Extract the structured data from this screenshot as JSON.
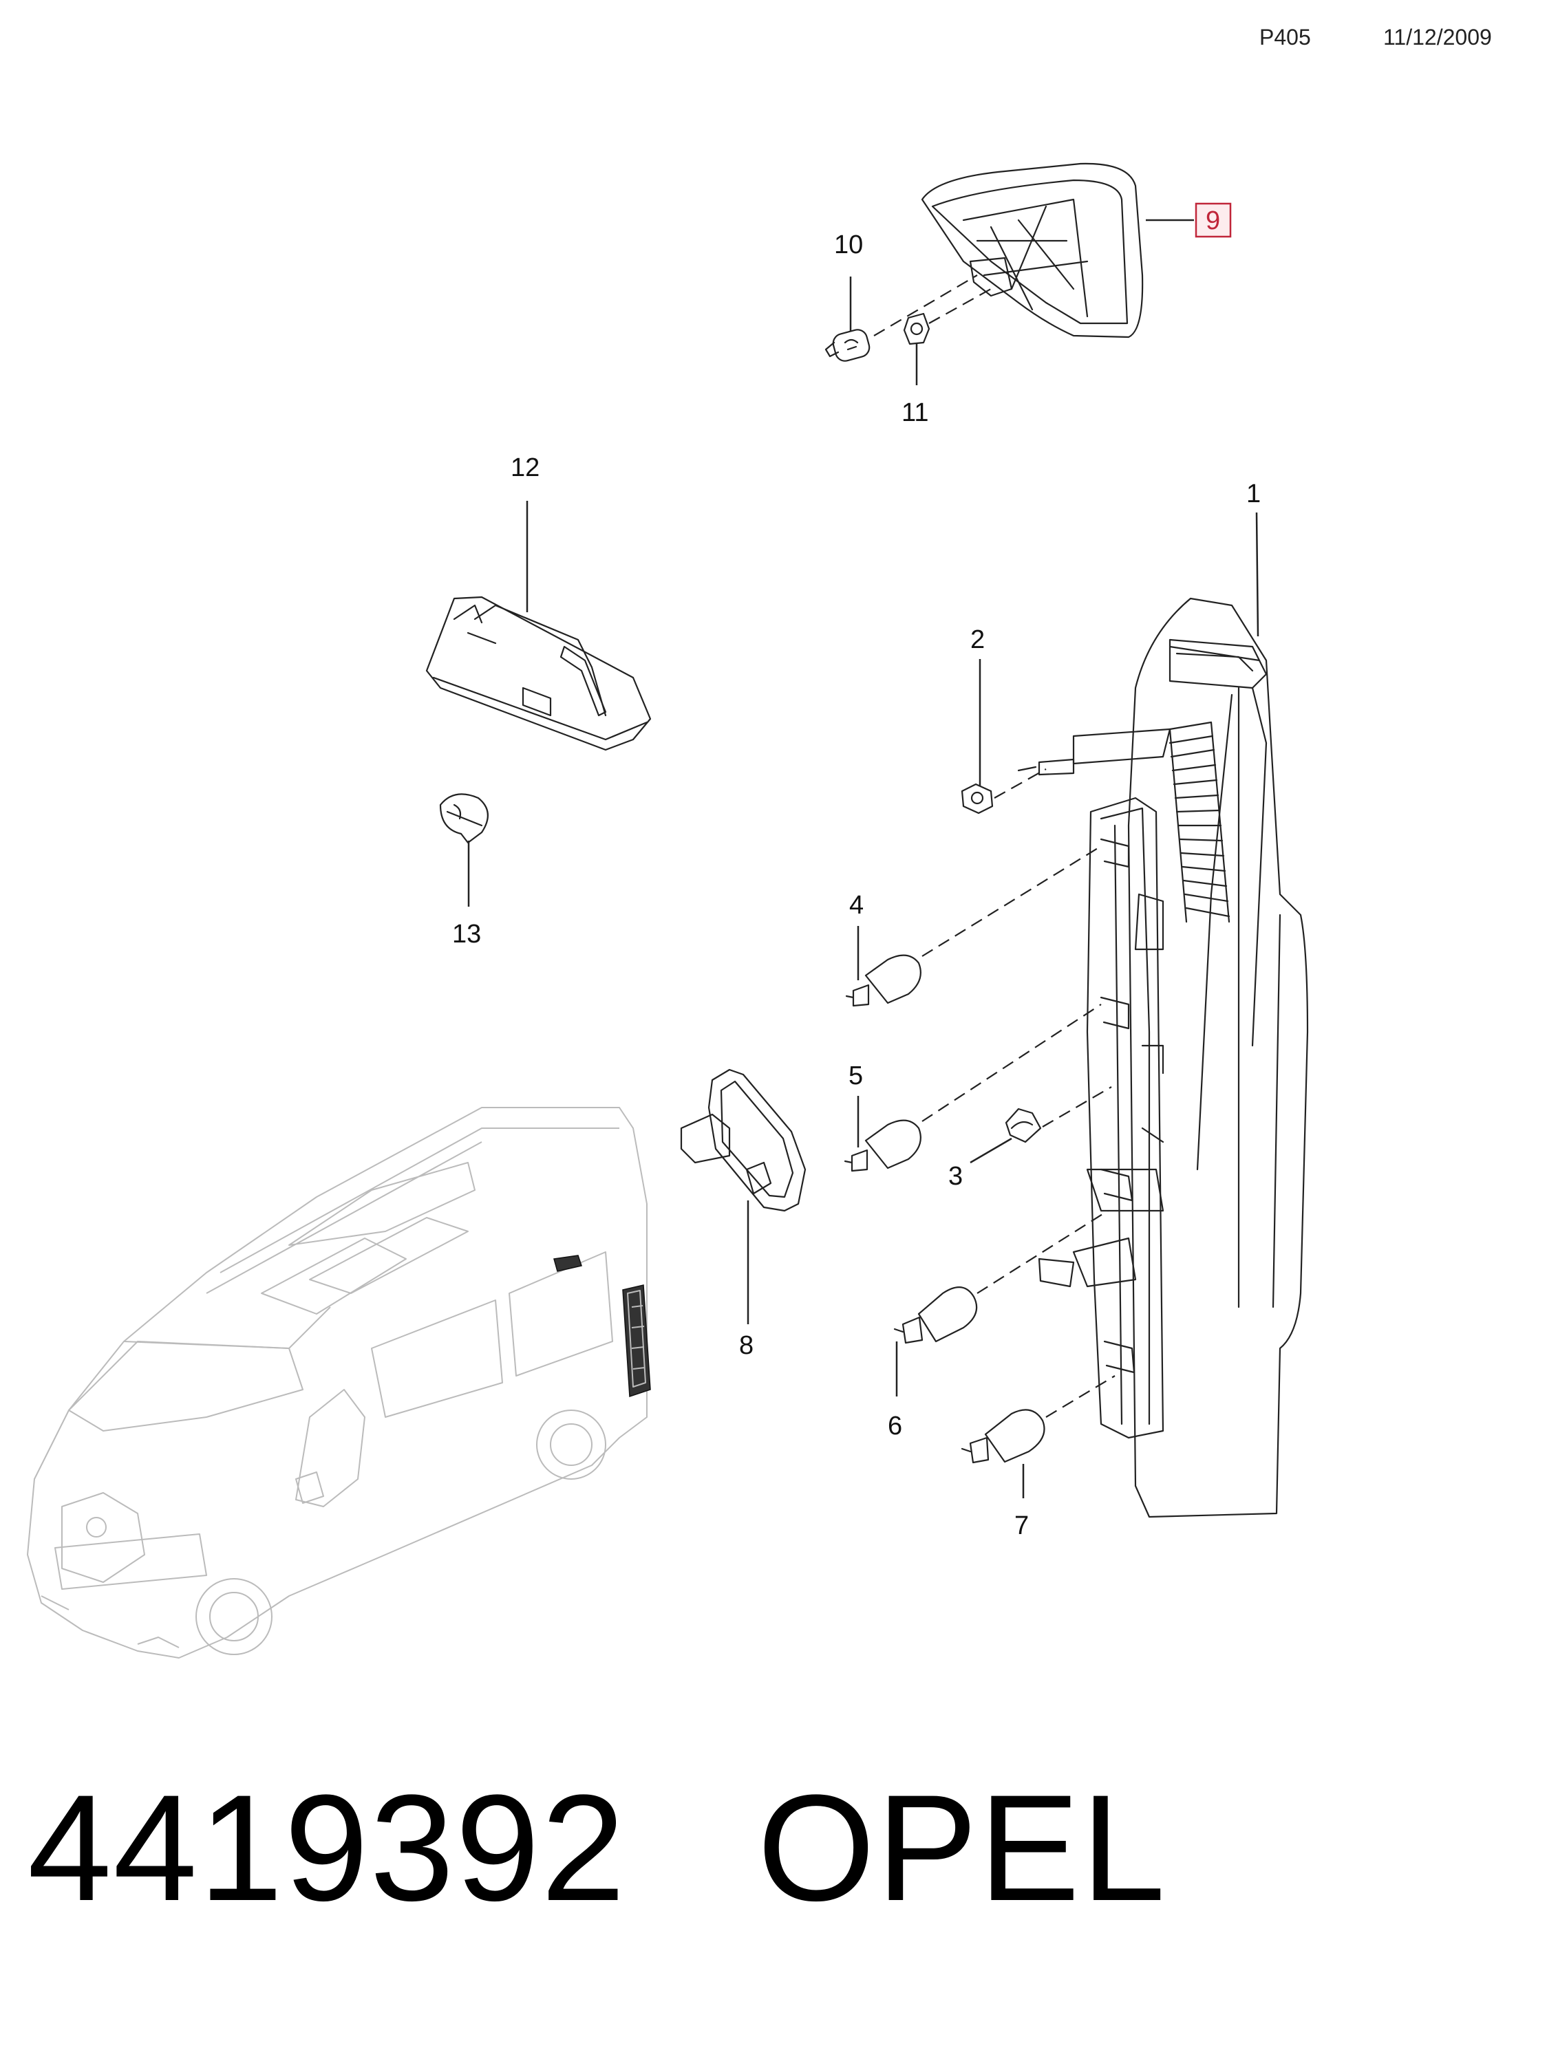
{
  "header": {
    "page_code": "P405",
    "date": "11/12/2009"
  },
  "callouts": [
    "1",
    "2",
    "3",
    "4",
    "5",
    "6",
    "7",
    "8",
    "9",
    "10",
    "11",
    "12",
    "13"
  ],
  "highlighted_callout": "9",
  "highlight_color": "#c0263a",
  "footer": {
    "part_number": "4419392",
    "brand": "OPEL"
  }
}
